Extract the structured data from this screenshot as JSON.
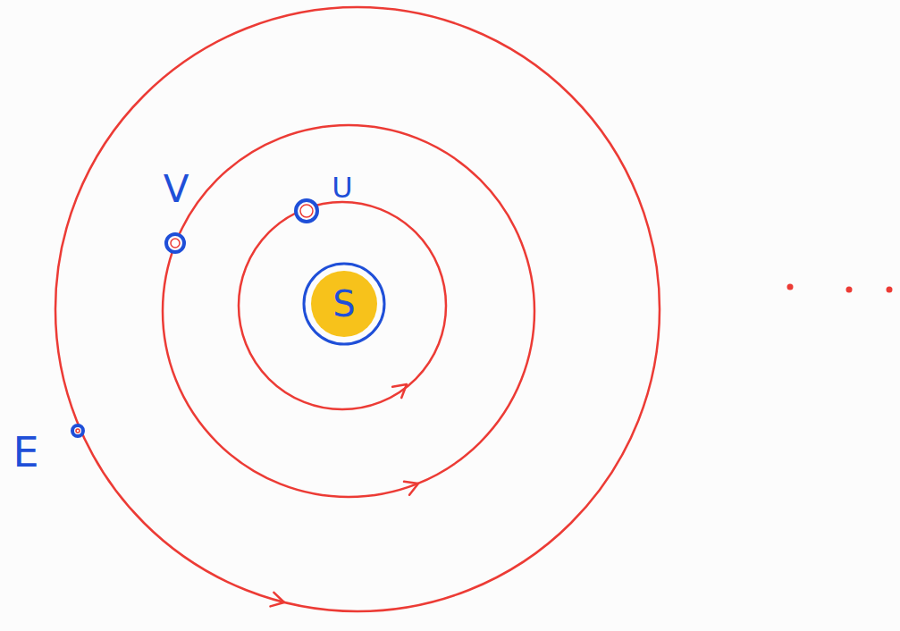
{
  "diagram": {
    "nodes": [
      {
        "text": [
          "S"
        ]
      },
      {
        "text": [
          "U"
        ]
      },
      {
        "text": [
          "V"
        ]
      },
      {
        "text": [
          "E"
        ]
      }
    ]
  }
}
